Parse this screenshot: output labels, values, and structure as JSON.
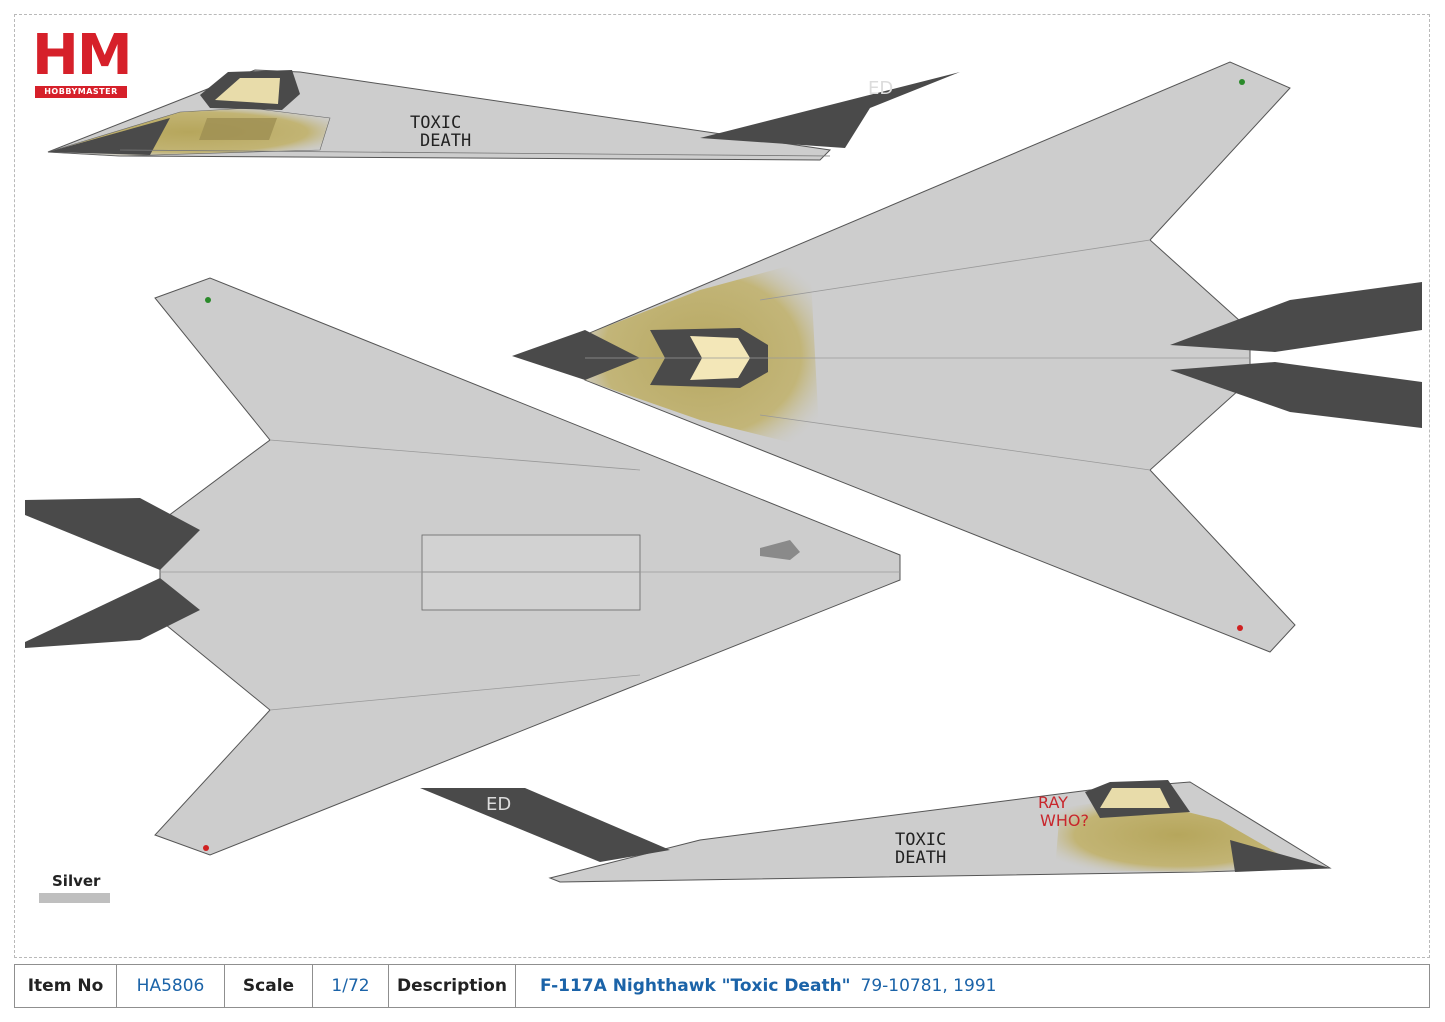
{
  "brand": {
    "logo_text": "HM",
    "logo_subtext": "HOBBYMASTER",
    "color": "#d6202a"
  },
  "markings": {
    "tail_code": "ED",
    "nose_art_line1": "TOXIC",
    "nose_art_line2": "DEATH",
    "extra_art_line1": "RAY",
    "extra_art_line2": "WHO?"
  },
  "paint": {
    "swatch_label": "Silver",
    "swatch_color": "#bfbfbf",
    "fuselage_color": "#cdcdcd",
    "tail_color": "#4a4a4a",
    "cockpit_color": "#b9aa62"
  },
  "spec": {
    "item_no_label": "Item No",
    "item_no": "HA5806",
    "scale_label": "Scale",
    "scale": "1/72",
    "description_label": "Description",
    "description_name": "F-117A Nighthawk \"Toxic Death\"",
    "description_extra": "79-10781, 1991",
    "label_color": "#222222",
    "value_color": "#1b63a8"
  }
}
